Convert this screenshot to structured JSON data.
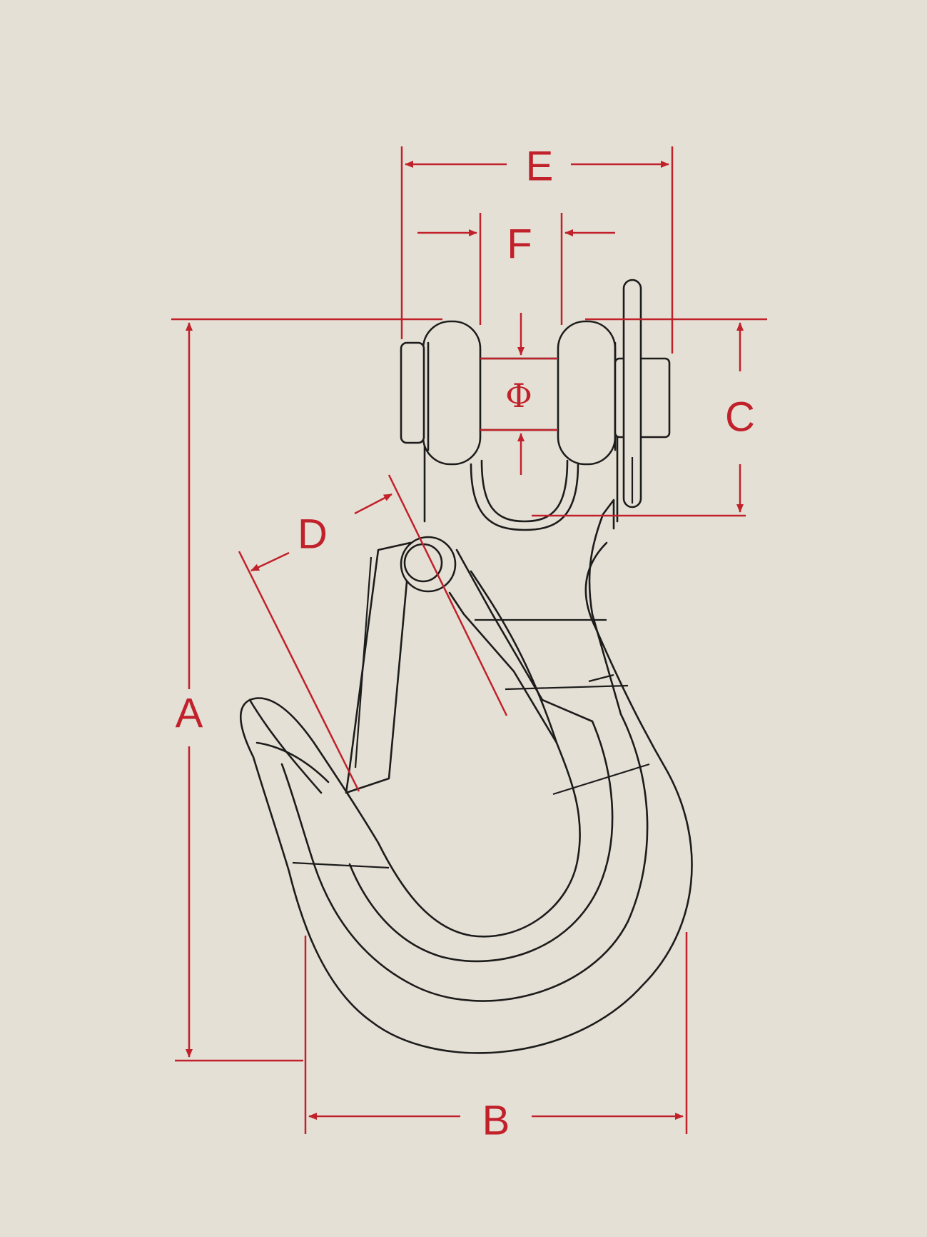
{
  "colors": {
    "background": "#e5e0d5",
    "dimension": "#c0212b",
    "outline": "#1c1c1c"
  },
  "dimensions": {
    "a": "A",
    "b": "B",
    "c": "C",
    "d": "D",
    "e": "E",
    "f": "F",
    "phi": "Φ"
  }
}
